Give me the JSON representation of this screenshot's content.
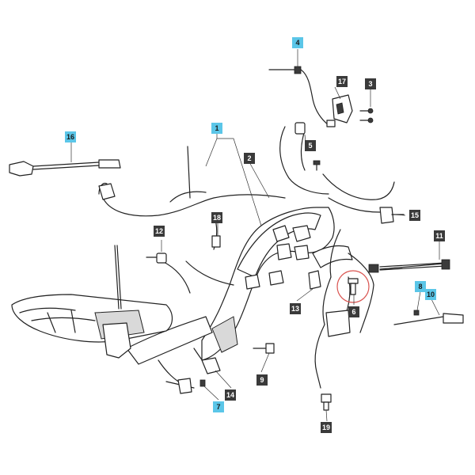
{
  "colors": {
    "callout_blue": "#5bc6e8",
    "callout_dark": "#3a3a3a",
    "highlight_circle": "#d9534f"
  },
  "callouts": [
    {
      "id": "c1",
      "label": "1",
      "style": "blue"
    },
    {
      "id": "c2",
      "label": "2",
      "style": "dark"
    },
    {
      "id": "c3",
      "label": "3",
      "style": "dark"
    },
    {
      "id": "c4",
      "label": "4",
      "style": "blue"
    },
    {
      "id": "c5",
      "label": "5",
      "style": "dark"
    },
    {
      "id": "c6",
      "label": "6",
      "style": "dark"
    },
    {
      "id": "c7",
      "label": "7",
      "style": "blue"
    },
    {
      "id": "c8",
      "label": "8",
      "style": "blue"
    },
    {
      "id": "c9",
      "label": "9",
      "style": "dark"
    },
    {
      "id": "c10",
      "label": "10",
      "style": "blue"
    },
    {
      "id": "c11",
      "label": "11",
      "style": "dark"
    },
    {
      "id": "c12",
      "label": "12",
      "style": "dark"
    },
    {
      "id": "c13",
      "label": "13",
      "style": "dark"
    },
    {
      "id": "c14",
      "label": "14",
      "style": "dark"
    },
    {
      "id": "c15",
      "label": "15",
      "style": "dark"
    },
    {
      "id": "c16",
      "label": "16",
      "style": "blue"
    },
    {
      "id": "c17",
      "label": "17",
      "style": "dark"
    },
    {
      "id": "c18",
      "label": "18",
      "style": "dark"
    },
    {
      "id": "c19",
      "label": "19",
      "style": "dark"
    }
  ]
}
